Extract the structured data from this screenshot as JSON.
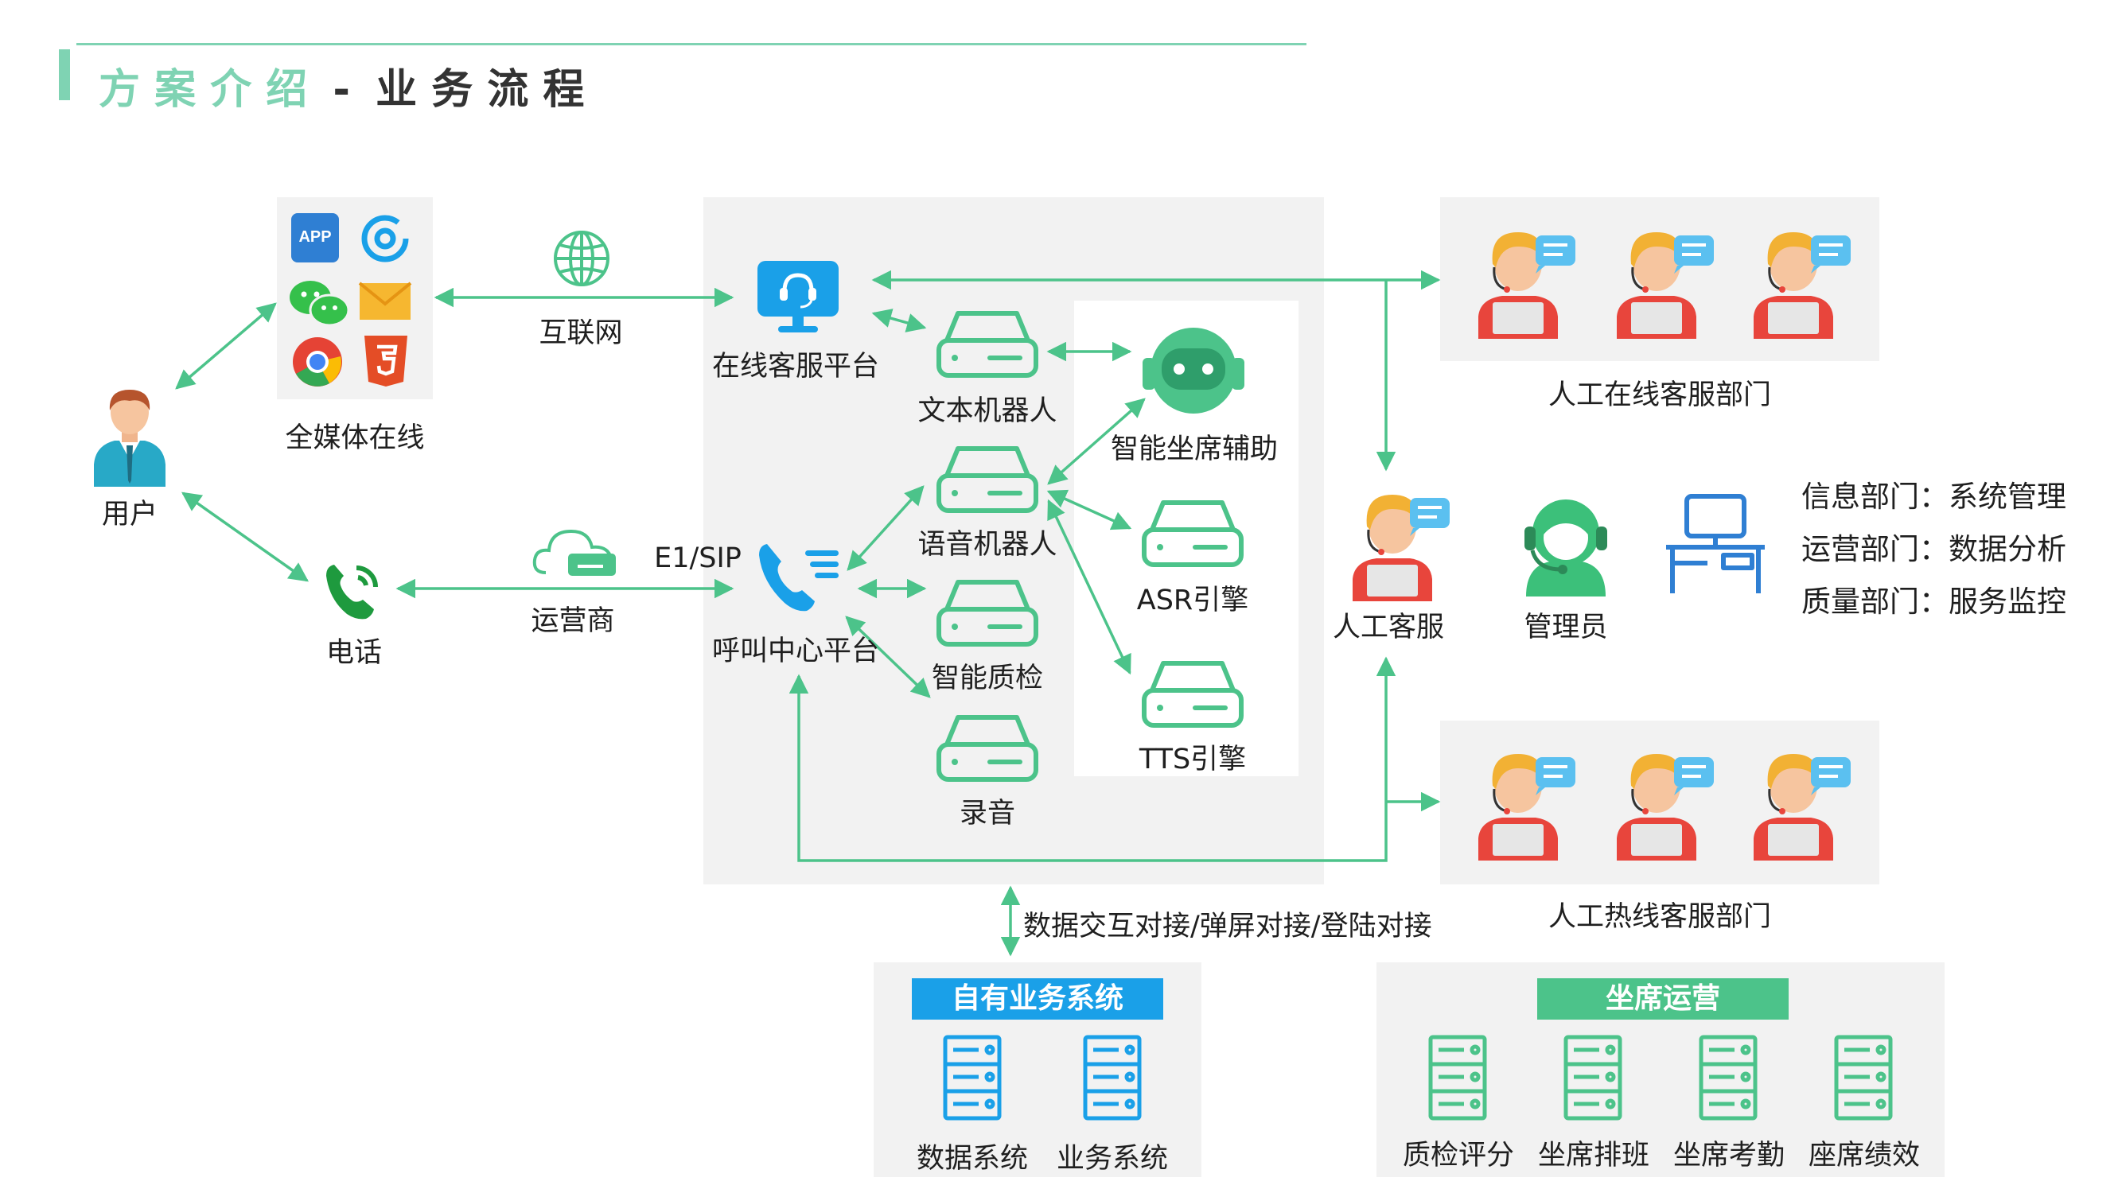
{
  "title": {
    "part1": "方 案 介 绍",
    "sep": "-",
    "part2": "业 务 流 程"
  },
  "colors": {
    "green": "#4cc38a",
    "accent": "#7fd3b3",
    "blue": "#1aa0e8",
    "panel": "#f2f2f2"
  },
  "user": "用户",
  "media": {
    "label": "全媒体在线",
    "app_badge": "APP"
  },
  "phone": "电话",
  "internet": "互联网",
  "carrier": "运营商",
  "protocol": "E1/SIP",
  "online_platform": "在线客服平台",
  "call_platform": "呼叫中心平台",
  "robots": {
    "text_robot": "文本机器人",
    "voice_robot": "语音机器人",
    "quality": "智能质检",
    "recording": "录音"
  },
  "assist": {
    "agent_assist": "智能坐席辅助",
    "asr": "ASR引擎",
    "tts": "TTS引擎"
  },
  "online_dept": "人工在线客服部门",
  "hotline_dept": "人工热线客服部门",
  "agent": "人工客服",
  "admin": "管理员",
  "departments": [
    "信息部门：系统管理",
    "运营部门：数据分析",
    "质量部门：服务监控"
  ],
  "data_link": "数据交互对接/弹屏对接/登陆对接",
  "own_systems": {
    "title": "自有业务系统",
    "items": [
      "数据系统",
      "业务系统"
    ]
  },
  "seat_ops": {
    "title": "坐席运营",
    "items": [
      "质检评分",
      "坐席排班",
      "坐席考勤",
      "座席绩效"
    ]
  }
}
